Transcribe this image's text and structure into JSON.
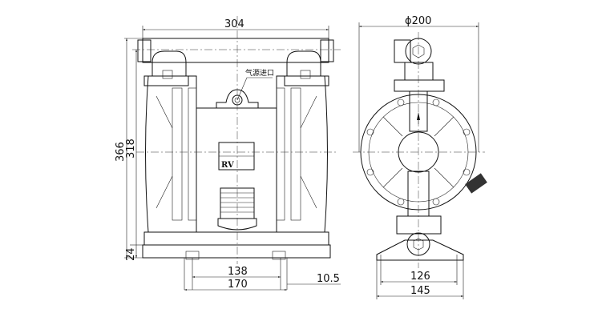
{
  "front_view": {
    "dimensions": {
      "width_top": "304",
      "height_total": "366",
      "height_to_inlet": "318",
      "base_height": "24",
      "base_inner": "138",
      "base_outer": "170",
      "offset": "10.5"
    },
    "air_inlet_label": "气源进口",
    "nameplate_logo": "RV"
  },
  "side_view": {
    "dimensions": {
      "diameter": "ϕ200",
      "base_inner": "126",
      "base_outer": "145"
    }
  }
}
